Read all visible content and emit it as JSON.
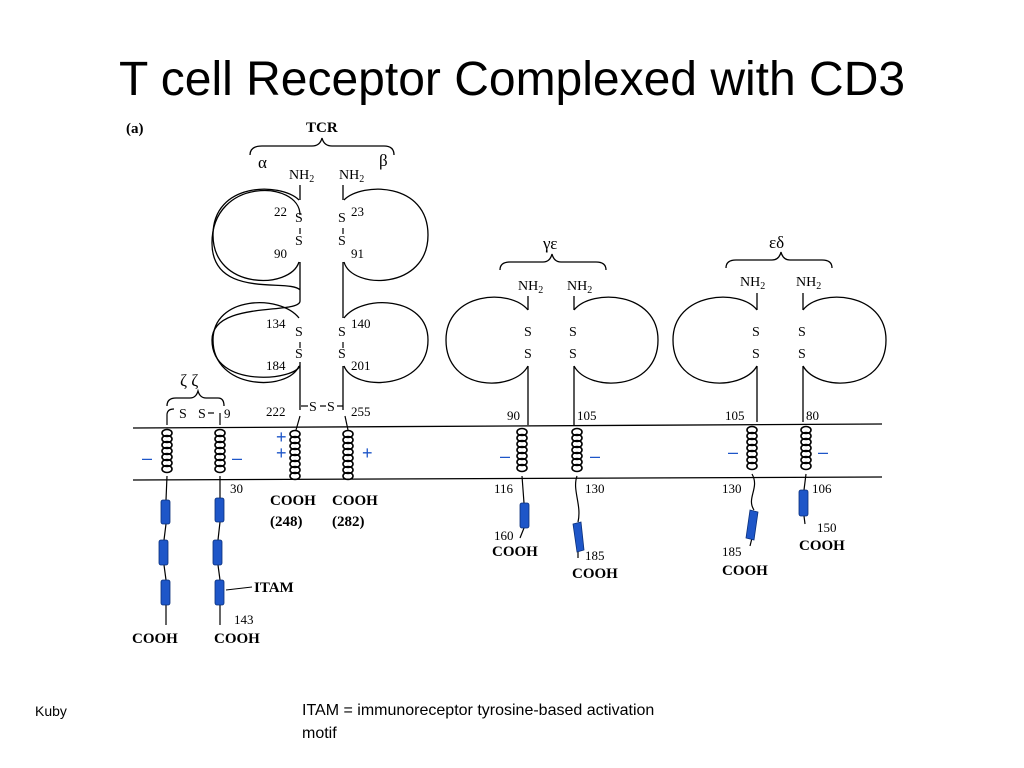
{
  "title": "T cell Receptor Complexed with CD3",
  "panel_label": "(a)",
  "credit": "Kuby",
  "footnote": "ITAM = immunoreceptor tyrosine-based activation motif",
  "colors": {
    "membrane": "#000000",
    "itam": "#1e56c8",
    "charge": "#1e56c8"
  },
  "tcr": {
    "label": "TCR",
    "alpha": "α",
    "beta": "β",
    "nh2_alpha": "NH",
    "nh2_beta": "NH",
    "sub2": "2",
    "n22": "22",
    "n23": "23",
    "n90": "90",
    "n91": "91",
    "n134": "134",
    "n140": "140",
    "n184": "184",
    "n201": "201",
    "n222": "222",
    "n255": "255",
    "cooh_alpha": "COOH",
    "cooh_beta": "COOH",
    "len_alpha": "(248)",
    "len_beta": "(282)"
  },
  "zeta": {
    "label": "ζ ζ",
    "n9": "9",
    "n30": "30",
    "itam": "ITAM",
    "n143": "143",
    "cooh_left": "COOH",
    "cooh_right": "COOH"
  },
  "gamma_epsilon": {
    "label": "γε",
    "nh2_left": "NH",
    "nh2_right": "NH",
    "n90": "90",
    "n105": "105",
    "n116": "116",
    "n130": "130",
    "n160": "160",
    "n185": "185",
    "cooh_left": "COOH",
    "cooh_right": "COOH"
  },
  "epsilon_delta": {
    "label": "εδ",
    "nh2_left": "NH",
    "nh2_right": "NH",
    "n105": "105",
    "n80": "80",
    "n130": "130",
    "n106": "106",
    "n185": "185",
    "n150": "150",
    "cooh_left": "COOH",
    "cooh_right": "COOH"
  }
}
